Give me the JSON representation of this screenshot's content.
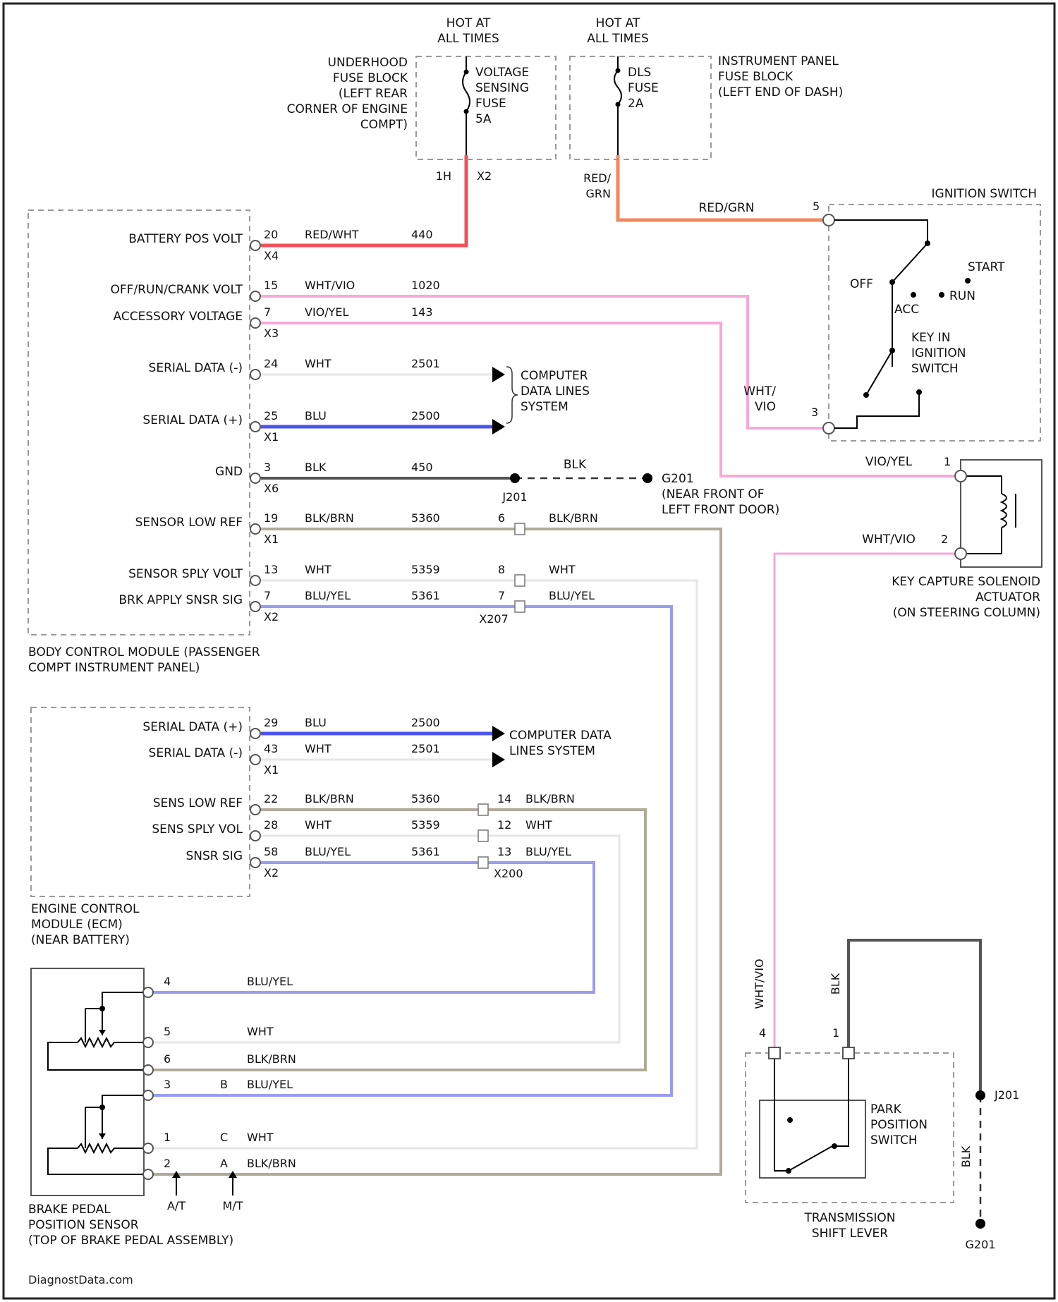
{
  "colors": {
    "red_wht": "#f0525b",
    "red_grn": "#f08a5d",
    "pink": "#f7a8d8",
    "wht": "#e6e6e6",
    "blu": "#4a55ef",
    "blk": "#555555",
    "blk_brn": "#b0ab98",
    "blu_yel": "#9a9cf0"
  },
  "fuses": {
    "hot1": "HOT AT\nALL TIMES",
    "hot2": "HOT AT\nALL TIMES",
    "underhood": "UNDERHOOD\nFUSE BLOCK\n(LEFT REAR\nCORNER OF ENGINE\nCOMPT)",
    "voltage_fuse": "VOLTAGE\nSENSING\nFUSE\n5A",
    "dls_fuse": "DLS\nFUSE\n2A",
    "instrument_panel": "INSTRUMENT PANEL\nFUSE BLOCK\n(LEFT END OF DASH)",
    "pins": [
      "1H",
      "X2"
    ],
    "red_grn_vert": "RED/\nGRN"
  },
  "ignition": {
    "title": "IGNITION SWITCH",
    "wire": "RED/GRN",
    "pin_top": "5",
    "pin_bottom": "3",
    "off": "OFF",
    "acc": "ACC",
    "run": "RUN",
    "start": "START",
    "key": "KEY IN\nIGNITION\nSWITCH",
    "wire_bottom": "WHT/\nVIO"
  },
  "bcm": {
    "name": "BODY CONTROL MODULE (PASSENGER\nCOMPT INSTRUMENT PANEL)",
    "rows": [
      {
        "label": "BATTERY POS VOLT",
        "pin": "20",
        "wire": "RED/WHT",
        "circuit": "440",
        "conn": "X4"
      },
      {
        "label": "OFF/RUN/CRANK VOLT",
        "pin": "15",
        "wire": "WHT/VIO",
        "circuit": "1020",
        "conn": ""
      },
      {
        "label": "ACCESSORY VOLTAGE",
        "pin": "7",
        "wire": "VIO/YEL",
        "circuit": "143",
        "conn": "X3"
      },
      {
        "label": "SERIAL DATA (-)",
        "pin": "24",
        "wire": "WHT",
        "circuit": "2501",
        "conn": ""
      },
      {
        "label": "SERIAL DATA (+)",
        "pin": "25",
        "wire": "BLU",
        "circuit": "2500",
        "conn": "X1"
      },
      {
        "label": "GND",
        "pin": "3",
        "wire": "BLK",
        "circuit": "450",
        "conn": "X6"
      },
      {
        "label": "SENSOR LOW REF",
        "pin": "19",
        "wire": "BLK/BRN",
        "circuit": "5360",
        "conn": "X1"
      },
      {
        "label": "SENSOR SPLY VOLT",
        "pin": "13",
        "wire": "WHT",
        "circuit": "5359",
        "conn": ""
      },
      {
        "label": "BRK APPLY SNSR SIG",
        "pin": "7",
        "wire": "BLU/YEL",
        "circuit": "5361",
        "conn": "X2"
      }
    ],
    "data_lines": "COMPUTER\nDATA LINES\nSYSTEM",
    "j201": "J201",
    "g201_note": "G201\n(NEAR FRONT OF\nLEFT FRONT DOOR)",
    "blk_label": "BLK",
    "x207": "X207",
    "right_pins": [
      {
        "pin": "6",
        "wire": "BLK/BRN"
      },
      {
        "pin": "8",
        "wire": "WHT"
      },
      {
        "pin": "7",
        "wire": "BLU/YEL"
      }
    ]
  },
  "key_capture": {
    "name": "KEY CAPTURE SOLENOID\nACTUATOR\n(ON STEERING COLUMN)",
    "wire1": "VIO/YEL",
    "pin1": "1",
    "wire2": "WHT/VIO",
    "pin2": "2"
  },
  "ecm": {
    "name": "ENGINE CONTROL\nMODULE (ECM)\n(NEAR BATTERY)",
    "rows": [
      {
        "label": "SERIAL DATA (+)",
        "pin": "29",
        "wire": "BLU",
        "circuit": "2500",
        "conn": ""
      },
      {
        "label": "SERIAL DATA (-)",
        "pin": "43",
        "wire": "WHT",
        "circuit": "2501",
        "conn": "X1"
      },
      {
        "label": "SENS LOW REF",
        "pin": "22",
        "wire": "BLK/BRN",
        "circuit": "5360",
        "conn": ""
      },
      {
        "label": "SENS SPLY VOL",
        "pin": "28",
        "wire": "WHT",
        "circuit": "5359",
        "conn": ""
      },
      {
        "label": "SNSR SIG",
        "pin": "58",
        "wire": "BLU/YEL",
        "circuit": "5361",
        "conn": "X2"
      }
    ],
    "data_lines": "COMPUTER DATA\nLINES SYSTEM",
    "x200": "X200",
    "right_pins": [
      {
        "pin": "14",
        "wire": "BLK/BRN"
      },
      {
        "pin": "12",
        "wire": "WHT"
      },
      {
        "pin": "13",
        "wire": "BLU/YEL"
      }
    ]
  },
  "brake_sensor": {
    "name": "BRAKE PEDAL\nPOSITION SENSOR\n(TOP OF BRAKE PEDAL ASSEMBLY)",
    "pins": [
      {
        "pin": "4",
        "letter": "",
        "wire": "BLU/YEL"
      },
      {
        "pin": "5",
        "letter": "",
        "wire": "WHT"
      },
      {
        "pin": "6",
        "letter": "",
        "wire": "BLK/BRN"
      },
      {
        "pin": "3",
        "letter": "B",
        "wire": "BLU/YEL"
      },
      {
        "pin": "1",
        "letter": "C",
        "wire": "WHT"
      },
      {
        "pin": "2",
        "letter": "A",
        "wire": "BLK/BRN"
      }
    ],
    "at": "A/T",
    "mt": "M/T"
  },
  "transmission": {
    "name": "TRANSMISSION\nSHIFT LEVER",
    "switch": "PARK\nPOSITION\nSWITCH",
    "pin_a": "4",
    "pin_b": "1",
    "wire_a": "WHT/VIO",
    "wire_b": "BLK",
    "wire_c": "BLK",
    "j201": "J201",
    "g201": "G201"
  },
  "footer": "DiagnostData.com"
}
